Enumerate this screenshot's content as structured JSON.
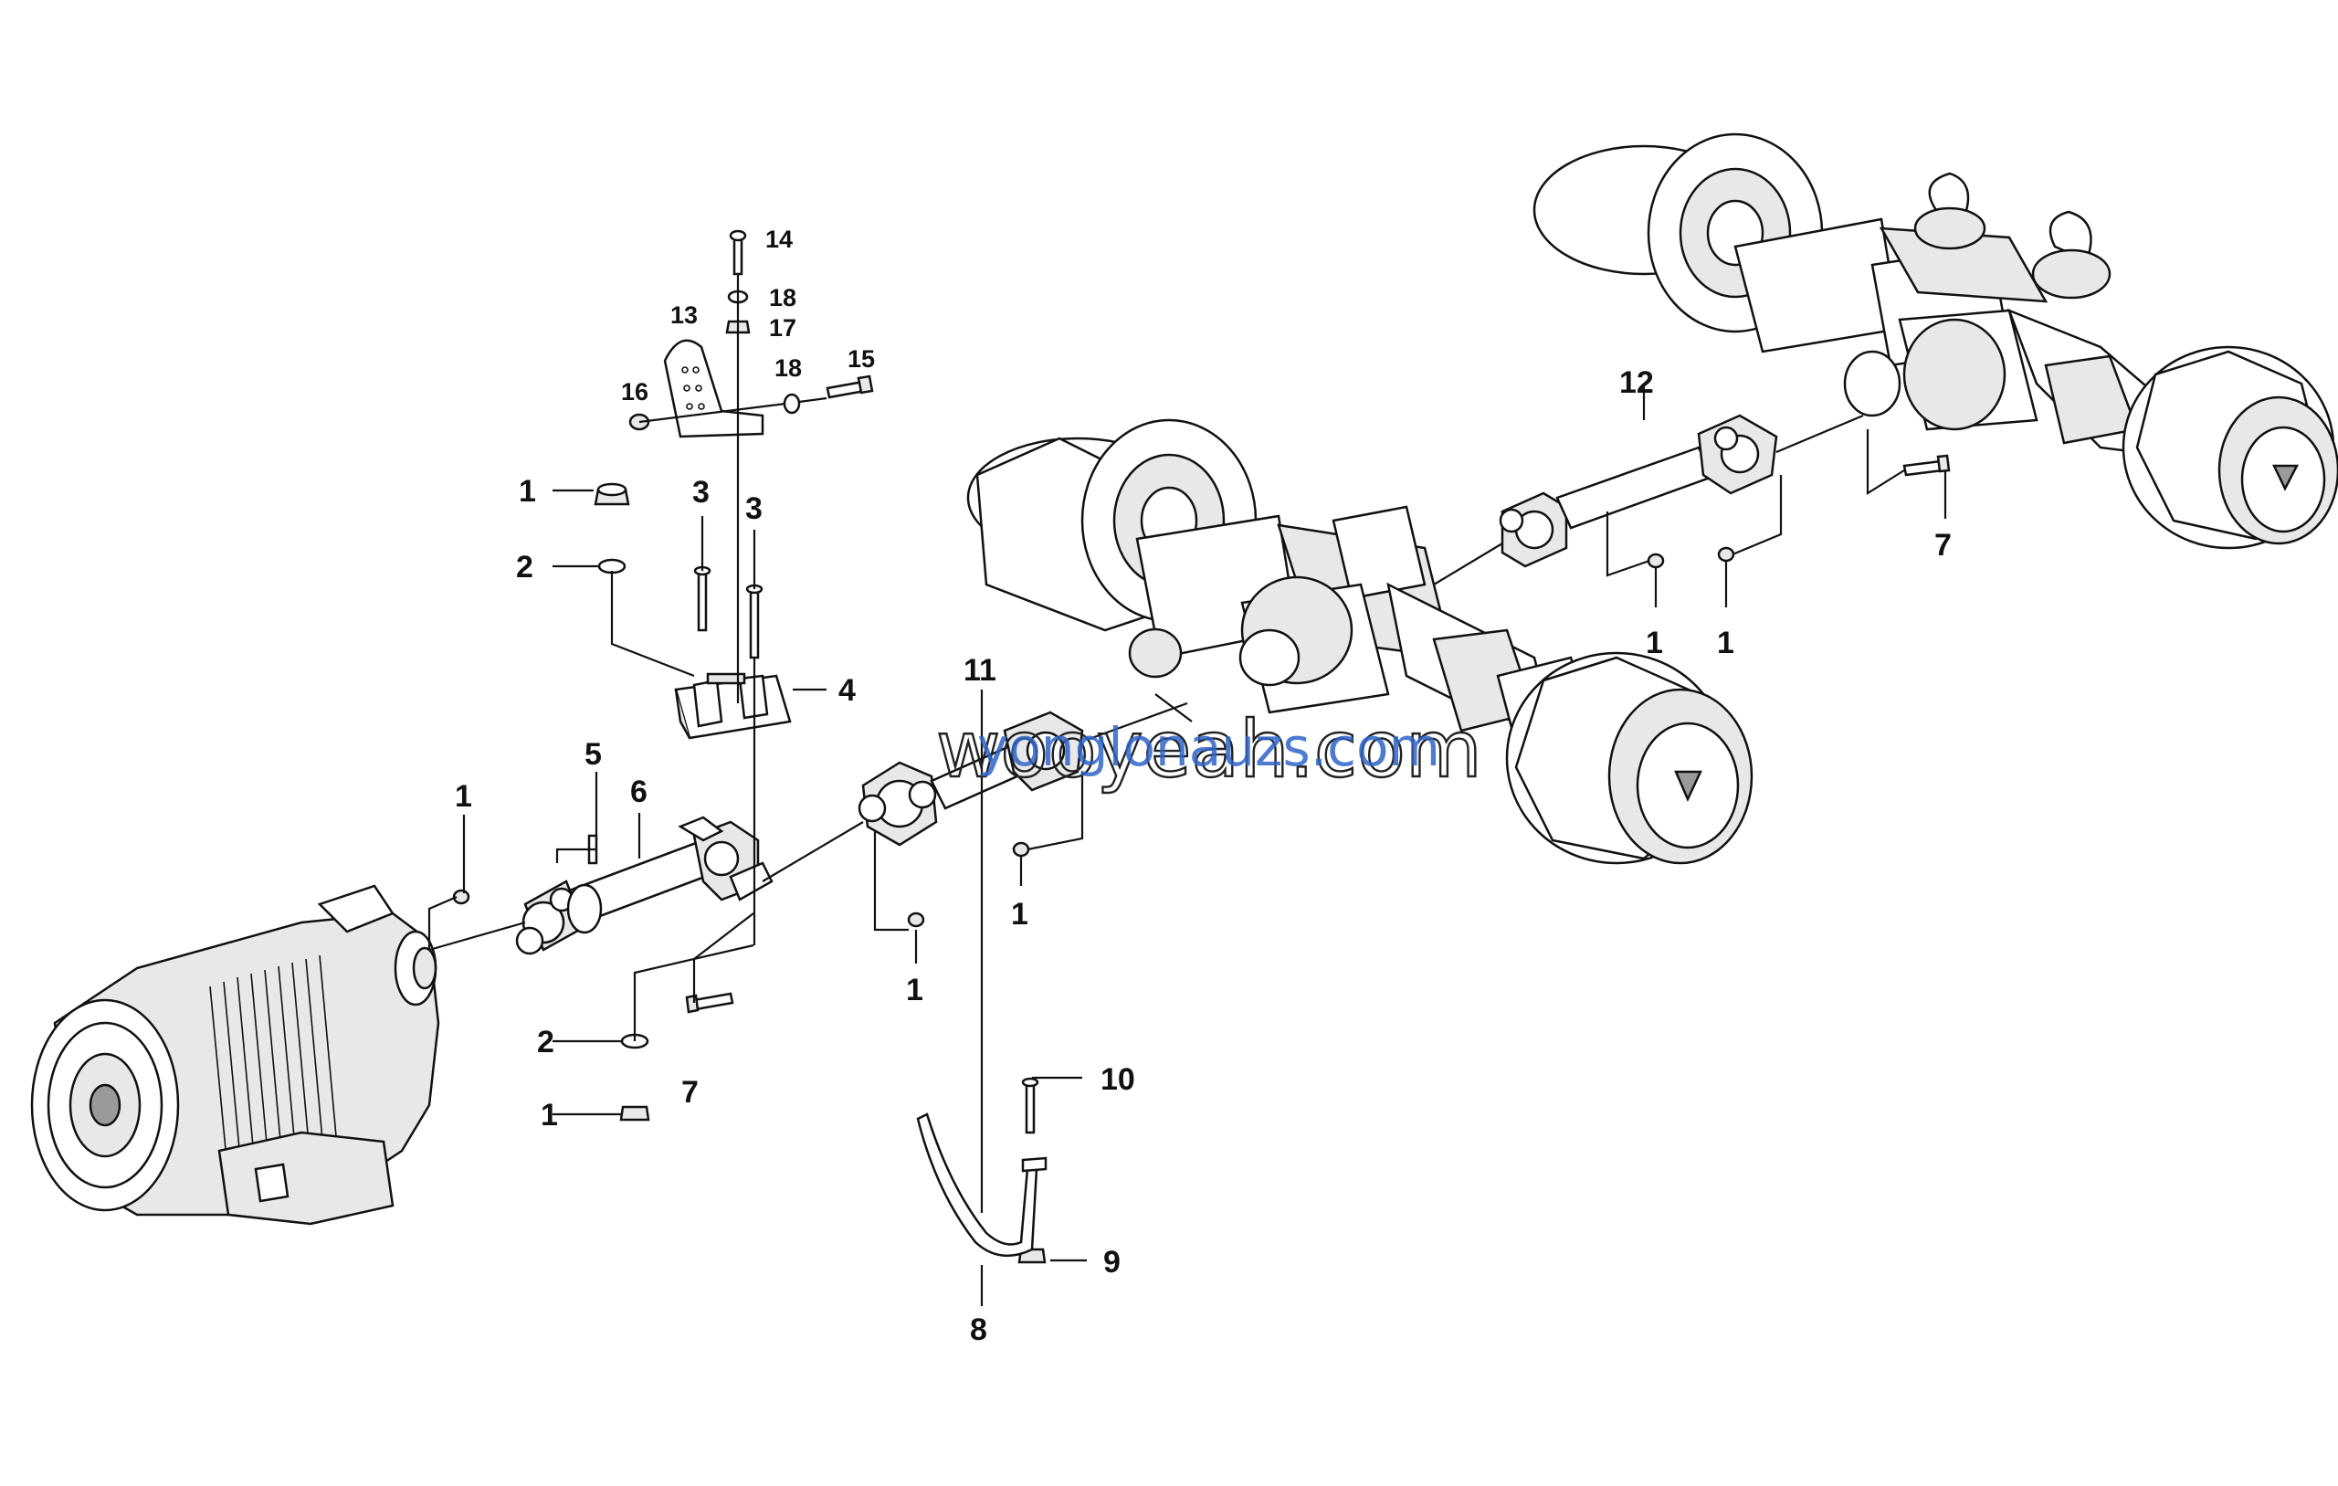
{
  "callouts": {
    "c1a": "1",
    "c1b": "1",
    "c1c": "1",
    "c1d": "1",
    "c1e": "1",
    "c1f": "1",
    "c1g": "1",
    "c2a": "2",
    "c2b": "2",
    "c3a": "3",
    "c3b": "3",
    "c4": "4",
    "c5": "5",
    "c6": "6",
    "c7a": "7",
    "c7b": "7",
    "c8": "8",
    "c9": "9",
    "c10": "10",
    "c11": "11",
    "c12": "12",
    "c13": "13",
    "c14": "14",
    "c15": "15",
    "c16": "16",
    "c17": "17",
    "c18a": "18",
    "c18b": "18"
  },
  "watermark": {
    "main": "wooyeah.com",
    "overlay": "yonglonauzs.com"
  },
  "colors": {
    "line": "#111111",
    "watermark_overlay": "#2f64c8"
  }
}
